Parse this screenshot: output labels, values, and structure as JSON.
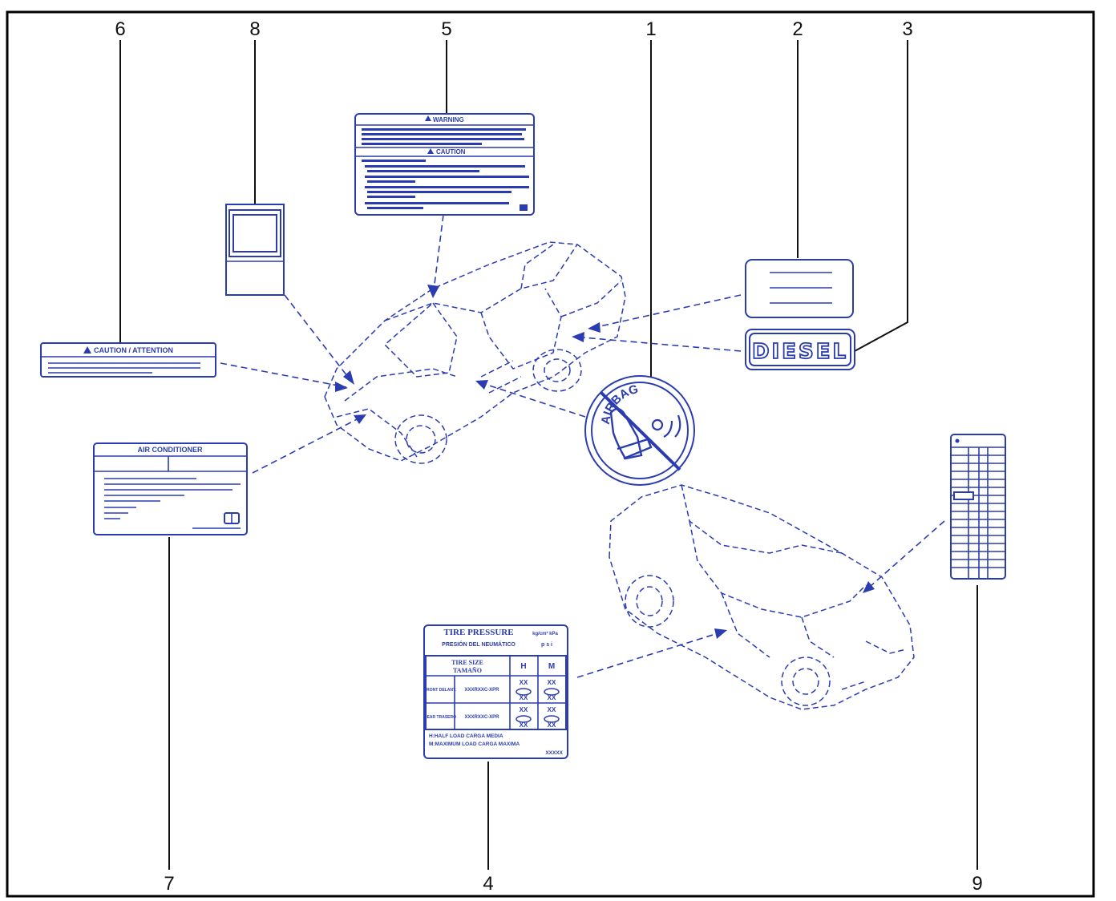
{
  "callouts": {
    "n1": "1",
    "n2": "2",
    "n3": "3",
    "n4": "4",
    "n5": "5",
    "n6": "6",
    "n7": "7",
    "n8": "8",
    "n9": "9"
  },
  "labels": {
    "warning_title": "WARNING",
    "caution_title": "CAUTION",
    "caution_attention": "CAUTION / ATTENTION",
    "air_conditioner": "AIR CONDITIONER",
    "diesel": "DIESEL",
    "airbag": "AIRBAG",
    "tire_pressure": "TIRE PRESSURE",
    "tire_unit": "kg/cm² kPa",
    "presion": "PRESIÓN DEL NEUMÁTICO",
    "psi": "p s i",
    "tire_size": "TIRE SIZE",
    "tamano": "TAMAÑO",
    "col_h": "H",
    "col_m": "M",
    "front_label": "FRONT DELANT.",
    "rear_label": "REAR TRASERO",
    "size_code": "XXXRXXC-XPR",
    "xx": "XX",
    "half_load": "H:HALF LOAD    CARGA MEDIA",
    "max_load": "M:MAXIMUM LOAD  CARGA MAXIMA",
    "code": "XXXXX"
  },
  "colors": {
    "line": "#2b3cb0",
    "ink": "#111111",
    "frame": "#000000"
  }
}
